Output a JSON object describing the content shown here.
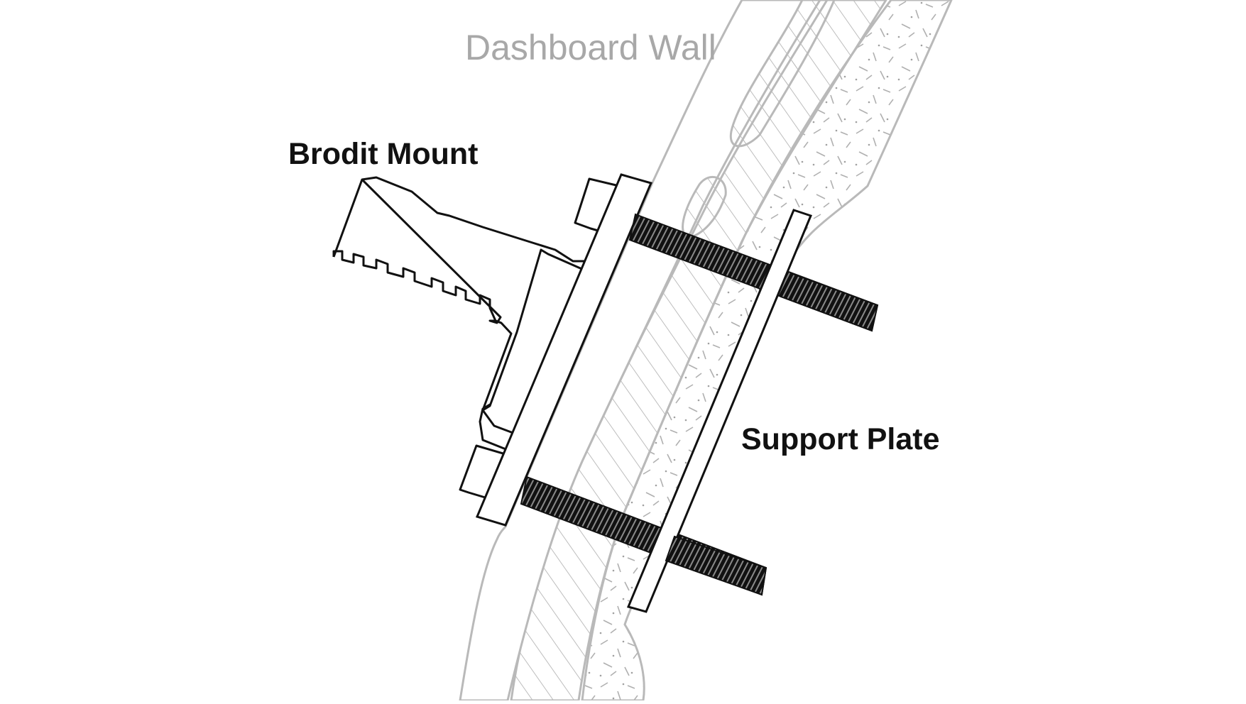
{
  "labels": {
    "wall": "Dashboard Wall",
    "mount": "Brodit Mount",
    "plate": "Support Plate"
  },
  "colors": {
    "wall_line": "#b9b9b9",
    "component_line": "#111111",
    "wall_label": "#a8a8a8",
    "label": "#111111"
  }
}
